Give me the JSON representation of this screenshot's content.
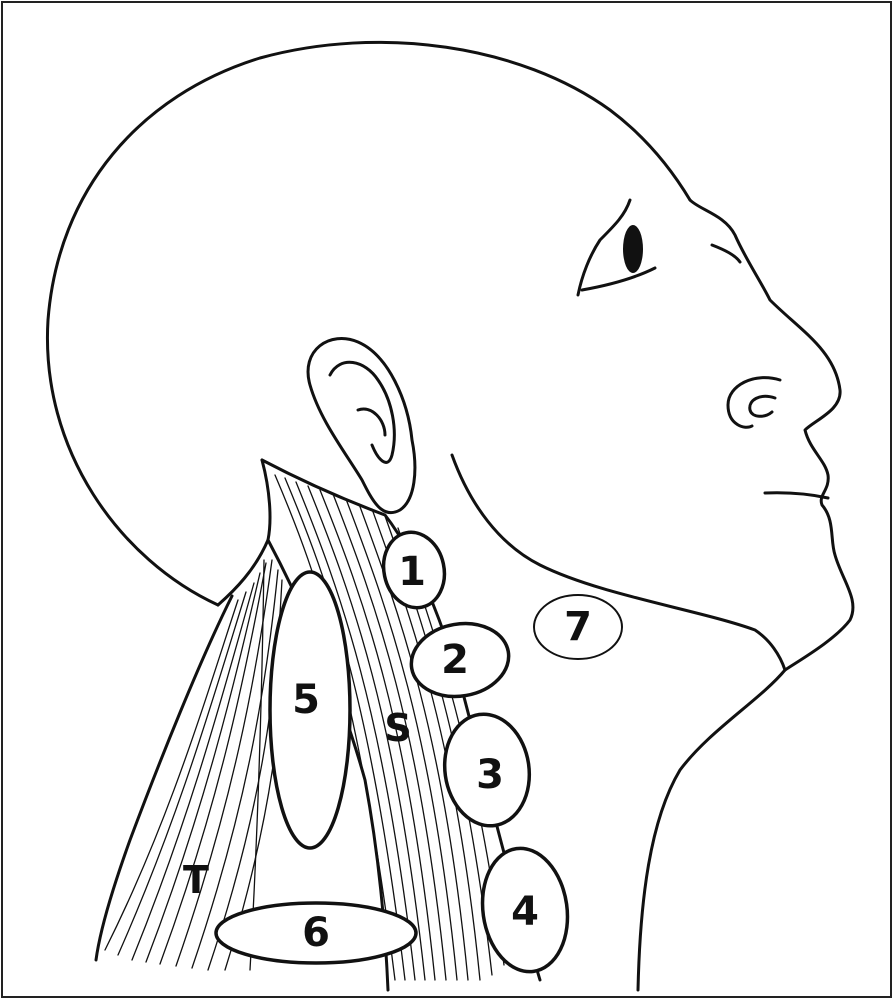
{
  "diagram": {
    "nodes": [
      {
        "id": "node-1",
        "label": "1"
      },
      {
        "id": "node-2",
        "label": "2"
      },
      {
        "id": "node-3",
        "label": "3"
      },
      {
        "id": "node-4",
        "label": "4"
      },
      {
        "id": "node-5",
        "label": "5"
      },
      {
        "id": "node-6",
        "label": "6"
      },
      {
        "id": "node-7",
        "label": "7"
      }
    ],
    "muscles": {
      "sternocleidomastoid": "S",
      "trapezius": "T"
    },
    "ink_color": "#111111",
    "background_color": "#ffffff"
  }
}
